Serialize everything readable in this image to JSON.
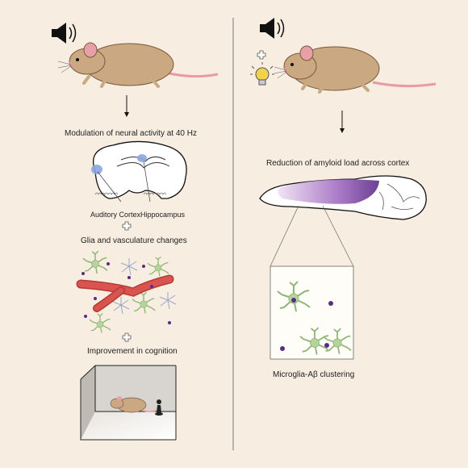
{
  "left": {
    "modulation": "Modulation of neural activity at 40 Hz",
    "auditory_cortex": "Auditory Cortex",
    "hippocampus": "Hippocampus",
    "glia": "Glia and vasculature changes",
    "cognition": "Improvement in cognition"
  },
  "right": {
    "amyloid": "Reduction of amyloid load across cortex",
    "microglia": "Microglia-Aβ clustering"
  },
  "icons": [
    "speaker-icon",
    "plus-icon",
    "lightbulb-icon",
    "mouse-icon",
    "brain-icon",
    "microglia-icon",
    "blood-vessel-icon",
    "chess-pawn-icon"
  ],
  "colors": {
    "background": "#f7eee1",
    "mouse_body": "#c9a882",
    "mouse_tail": "#e89aa5",
    "vessel": "#d9534f",
    "microglia": "#a3c48a",
    "amyloid_dot": "#5b2a86",
    "amyloid_region": "#7a3aa8"
  }
}
